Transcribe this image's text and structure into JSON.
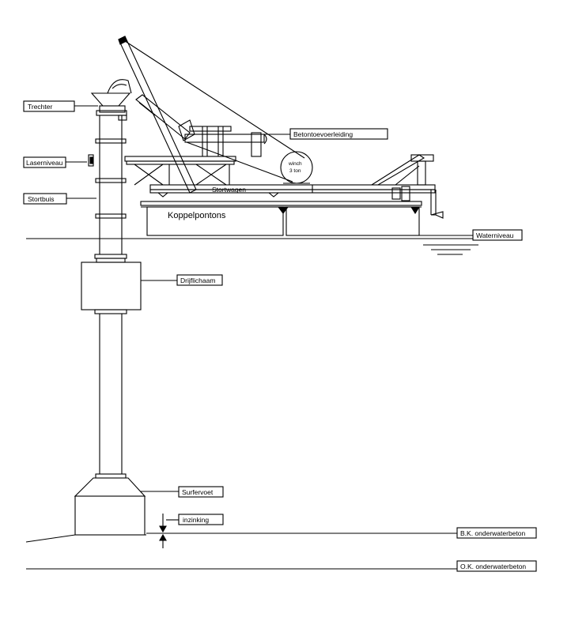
{
  "labels": {
    "trechter": "Trechter",
    "laserniveau": "Laserniveau",
    "stortbuis": "Stortbuis",
    "betontoevoerleiding": "Betontoevoerleiding",
    "winch_line1": "winch",
    "winch_line2": "3 ton",
    "stortwagen": "Stortwagen",
    "koppelpontons": "Koppelpontons",
    "waterniveau": "Waterniveau",
    "drijflichaam": "Drijflichaam",
    "surfervoet": "Surfervoet",
    "inzinking": "inzinking",
    "bk_onderwaterbeton": "B.K. onderwaterbeton",
    "ok_onderwaterbeton": "O.K. onderwaterbeton"
  },
  "colors": {
    "line": "#000000",
    "background": "#ffffff"
  }
}
